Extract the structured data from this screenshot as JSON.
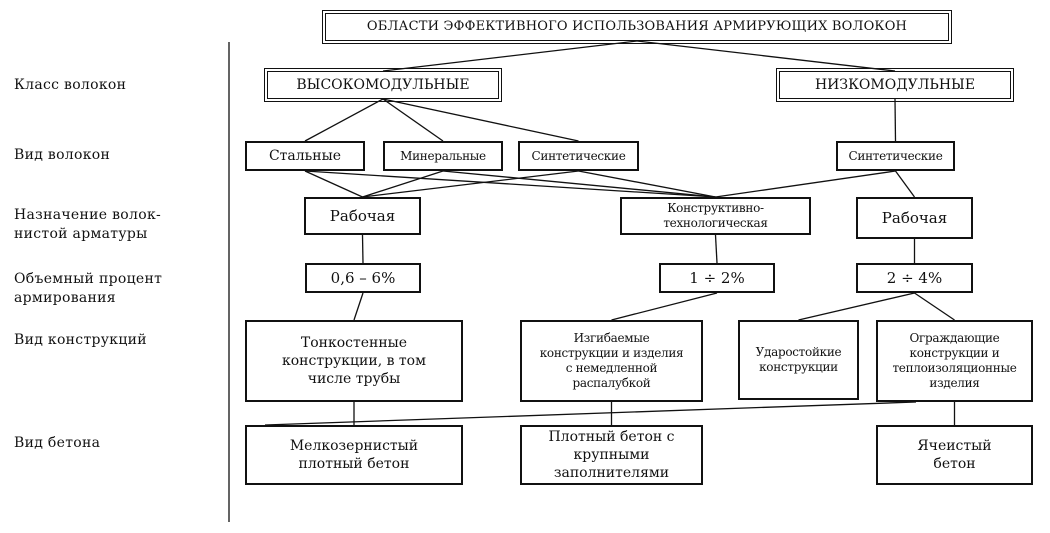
{
  "title": "ОБЛАСТИ ЭФФЕКТИВНОГО ИСПОЛЬЗОВАНИЯ АРМИРУЮЩИХ ВОЛОКОН",
  "row_labels": {
    "fiber_class": "Класс волокон",
    "fiber_type": "Вид волокон",
    "purpose": "Назначение волок-\nнистой  арматуры",
    "volume": "Объемный процент\nармирования",
    "structure": "Вид конструкций",
    "concrete": "Вид бетона"
  },
  "nodes": {
    "high_modulus": "ВЫСОКОМОДУЛЬНЫЕ",
    "low_modulus": "НИЗКОМОДУЛЬНЫЕ",
    "steel": "Стальные",
    "mineral": "Минеральные",
    "synthetic_high": "Синтетические",
    "synthetic_low": "Синтетические",
    "working_1": "Рабочая",
    "constructive": "Конструктивно-\nтехнологическая",
    "working_2": "Рабочая",
    "pct_1": "0,6 – 6%",
    "pct_2": "1 ÷ 2%",
    "pct_3": "2 ÷ 4%",
    "thin_walled": "Тонкостенные\nконструкции, в том\nчисле трубы",
    "bendable": "Изгибаемые\nконструкции и изделия\nс немедленной\nраспалубкой",
    "impact_resistant": "Ударостойкие\nконструкции",
    "enclosing": "Ограждающие\nконструкции и\nтеплоизоляционные\nизделия",
    "fine_grained": "Мелкозернистый\nплотный бетон",
    "dense_coarse": "Плотный бетон с\nкрупными\nзаполнителями",
    "cellular": "Ячеистый\nбетон"
  },
  "edges": [
    [
      "title",
      "high_modulus"
    ],
    [
      "title",
      "low_modulus"
    ],
    [
      "high_modulus",
      "steel"
    ],
    [
      "high_modulus",
      "mineral"
    ],
    [
      "high_modulus",
      "synthetic_high"
    ],
    [
      "low_modulus",
      "synthetic_low"
    ],
    [
      "steel",
      "working_1"
    ],
    [
      "mineral",
      "working_1"
    ],
    [
      "synthetic_high",
      "working_1"
    ],
    [
      "steel",
      "constructive"
    ],
    [
      "mineral",
      "constructive"
    ],
    [
      "synthetic_high",
      "constructive"
    ],
    [
      "synthetic_low",
      "constructive"
    ],
    [
      "synthetic_high",
      "working_1"
    ],
    [
      "synthetic_low",
      "working_2"
    ],
    [
      "working_1",
      "pct_1"
    ],
    [
      "constructive",
      "pct_2"
    ],
    [
      "working_2",
      "pct_3"
    ],
    [
      "pct_1",
      "thin_walled"
    ],
    [
      "pct_2",
      "bendable"
    ],
    [
      "pct_3",
      "impact_resistant"
    ],
    [
      "pct_3",
      "enclosing"
    ],
    [
      "thin_walled",
      "fine_grained"
    ],
    [
      "bendable",
      "dense_coarse"
    ],
    [
      "enclosing",
      "cellular"
    ],
    [
      "enclosing",
      "fine_grained"
    ]
  ]
}
